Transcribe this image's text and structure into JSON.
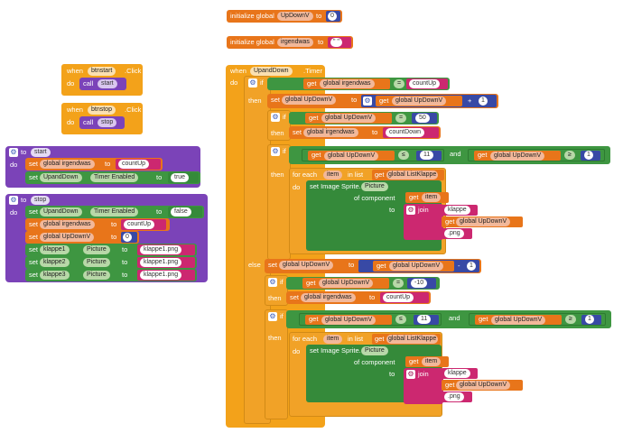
{
  "init": [
    {
      "label": "initialize global",
      "name": "UpDownV",
      "to": "to",
      "value": "0"
    },
    {
      "label": "initialize global",
      "name": "irgendwas",
      "to": "to",
      "value": "\" \""
    }
  ],
  "btnstart": {
    "when": "when",
    "component": "btnstart",
    "event": ".Click",
    "do": "do",
    "call": "call",
    "proc": "start"
  },
  "btnstop": {
    "when": "when",
    "component": "btnstop",
    "event": ".Click",
    "do": "do",
    "call": "call",
    "proc": "stop"
  },
  "proc_start": {
    "to": "to",
    "name": "start",
    "do": "do",
    "row1": {
      "set": "set",
      "var": "global irgendwas",
      "to": "to",
      "value": "countUp"
    },
    "row2": {
      "set": "set",
      "comp": "UpandDown",
      "prop": "Timer Enabled",
      "to": "to",
      "value": "true"
    }
  },
  "proc_stop": {
    "to": "to",
    "name": "stop",
    "do": "do",
    "rows": [
      {
        "set": "set",
        "a": "UpandDown",
        "b": "Timer Enabled",
        "to": "to",
        "value": "false"
      },
      {
        "set": "set",
        "a": "global irgendwas",
        "to": "to",
        "value": "countUp"
      },
      {
        "set": "set",
        "a": "global UpDownV",
        "to": "to",
        "value": "0"
      },
      {
        "set": "set",
        "a": "klappe1",
        "b": "Picture",
        "to": "to",
        "value": "klappe1.png"
      },
      {
        "set": "set",
        "a": "klappe2",
        "b": "Picture",
        "to": "to",
        "value": "klappe1.png"
      },
      {
        "set": "set",
        "a": "klappe3",
        "b": "Picture",
        "to": "to",
        "value": "klappe1.png"
      }
    ]
  },
  "timer": {
    "when": "when",
    "component": "UpandDown",
    "event": ".Timer",
    "do": "do",
    "if": "if",
    "then": "then",
    "else": "else",
    "and": "and",
    "get": "get",
    "set": "set",
    "to": "to",
    "eq": "=",
    "plus": "+",
    "minus": "-",
    "le": "≤",
    "ge": "≥",
    "var_irg": "global irgendwas",
    "var_up": "global UpDownV",
    "var_list": "global ListKlappe",
    "countUp": "countUp",
    "countDown": "countDown",
    "one": "1",
    "fifty": "50",
    "eleven": "11",
    "neg10": "-10",
    "foreach": "for each",
    "item": "item",
    "inlist": "in list",
    "setimage": "set Image Sprite.",
    "picture": "Picture",
    "ofcomp": "of component",
    "join": "join",
    "klappe": "klappe",
    "png": ".png"
  }
}
